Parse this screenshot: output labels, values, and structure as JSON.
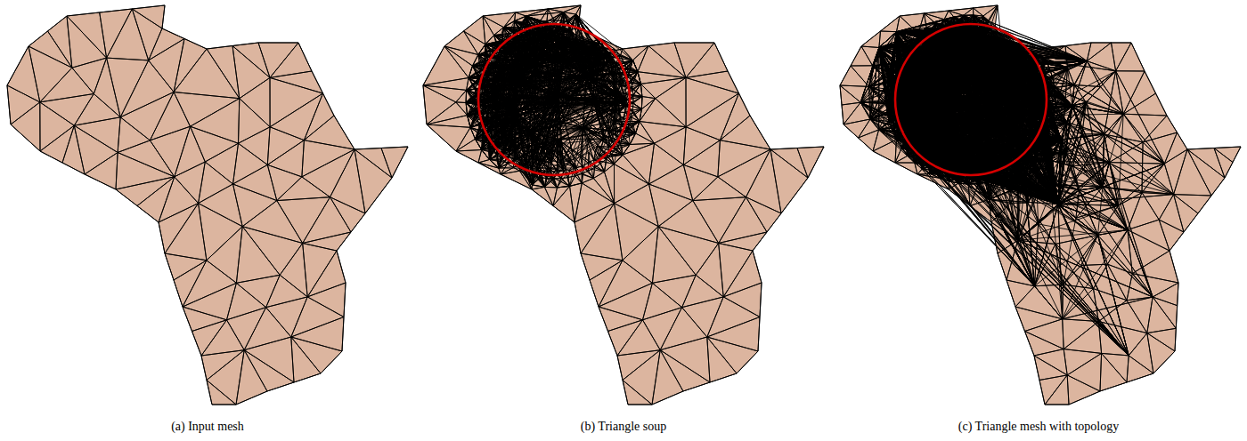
{
  "diagram": {
    "labels": [
      "(a) Input mesh",
      "(b) Triangle soup",
      "(c) Triangle mesh with topology"
    ]
  }
}
